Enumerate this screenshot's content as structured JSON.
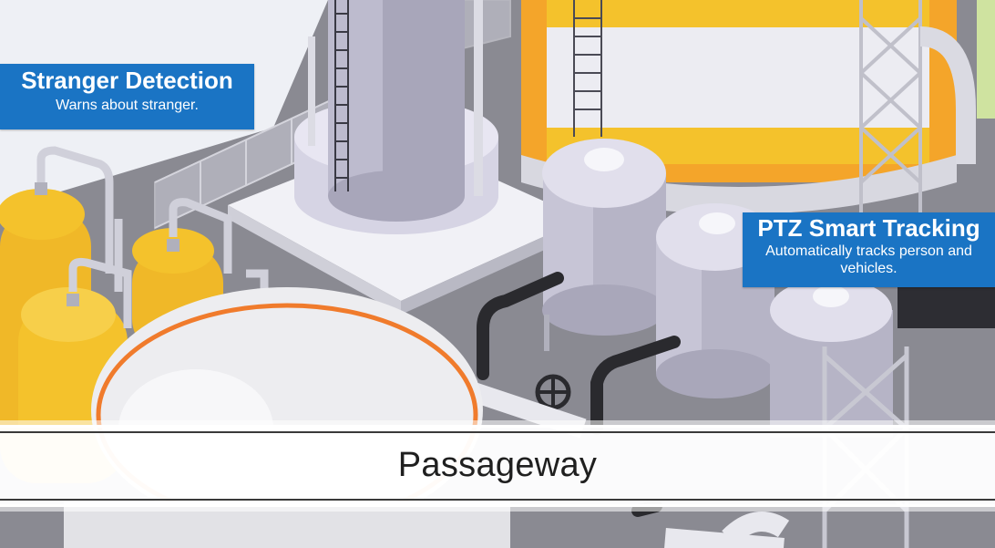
{
  "callouts": {
    "stranger_detection": {
      "title": "Stranger Detection",
      "description": "Warns about stranger."
    },
    "ptz_smart_tracking": {
      "title": "PTZ Smart Tracking",
      "description": "Automatically tracks person and vehicles."
    }
  },
  "area_label": "Passageway",
  "colors": {
    "callout_blue": "#1a74c4",
    "tank_yellow": "#f4c22c",
    "tank_orange": "#f4a52a",
    "steel_gray": "#b8b6c6",
    "ground_gray": "#8a8a92",
    "platform_light": "#e4e4ec",
    "dome_white": "#eeeeee",
    "dome_ring_orange": "#f07b2c",
    "pipe_black": "#2a2a2e"
  }
}
